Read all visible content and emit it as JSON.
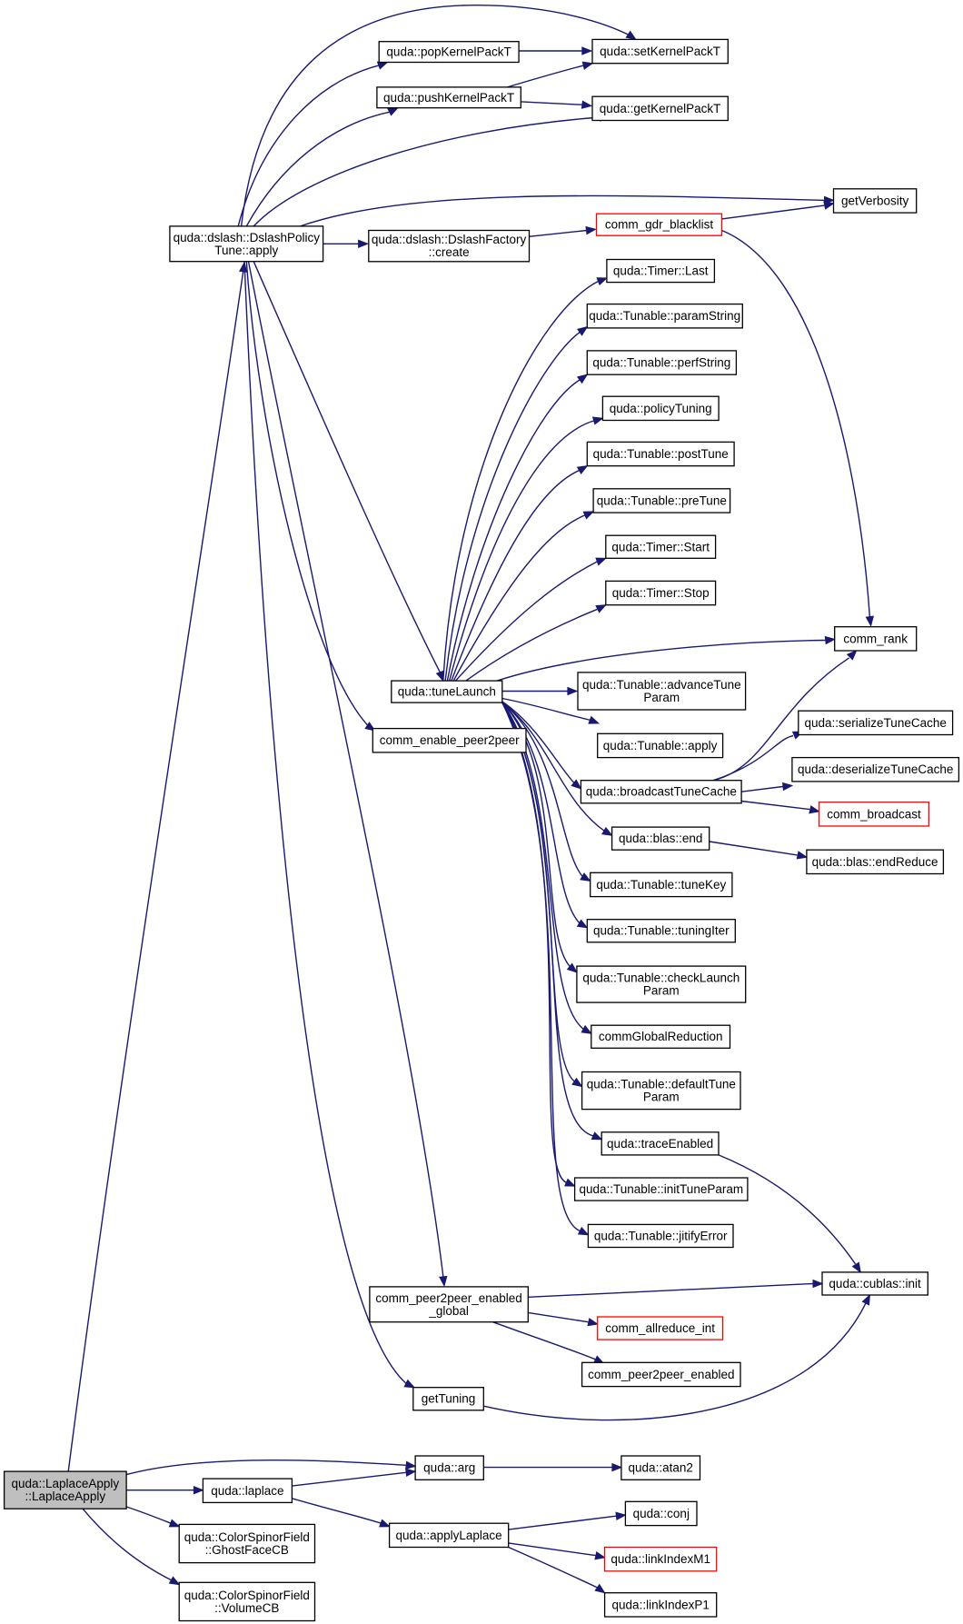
{
  "graph": {
    "colors": {
      "edge": "#191970",
      "node_border": "#000000",
      "truncated_border": "#ff0000",
      "root_fill": "#bfbfbf",
      "node_fill": "#ffffff"
    },
    "nodes": {
      "root": [
        "quda::LaplaceApply",
        "::LaplaceApply"
      ],
      "dslash_apply": [
        "quda::dslash::DslashPolicy",
        "Tune::apply"
      ],
      "pop": [
        "quda::popKernelPackT"
      ],
      "push": [
        "quda::pushKernelPackT"
      ],
      "setkp": [
        "quda::setKernelPackT"
      ],
      "getkp": [
        "quda::getKernelPackT"
      ],
      "getverb": [
        "getVerbosity"
      ],
      "factory_create": [
        "quda::dslash::DslashFactory",
        "::create"
      ],
      "gdr": [
        "comm_gdr_blacklist"
      ],
      "timer_last": [
        "quda::Timer::Last"
      ],
      "paramstring": [
        "quda::Tunable::paramString"
      ],
      "perfstring": [
        "quda::Tunable::perfString"
      ],
      "policytuning": [
        "quda::policyTuning"
      ],
      "posttune": [
        "quda::Tunable::postTune"
      ],
      "pretune": [
        "quda::Tunable::preTune"
      ],
      "timer_start": [
        "quda::Timer::Start"
      ],
      "timer_stop": [
        "quda::Timer::Stop"
      ],
      "comm_rank": [
        "comm_rank"
      ],
      "tunelaunch": [
        "quda::tuneLaunch"
      ],
      "advancetune": [
        "quda::Tunable::advanceTune",
        "Param"
      ],
      "tunable_apply": [
        "quda::Tunable::apply"
      ],
      "enable_p2p": [
        "comm_enable_peer2peer"
      ],
      "serialize": [
        "quda::serializeTuneCache"
      ],
      "deserialize": [
        "quda::deserializeTuneCache"
      ],
      "broadcast_tc": [
        "quda::broadcastTuneCache"
      ],
      "comm_broadcast": [
        "comm_broadcast"
      ],
      "blas_end": [
        "quda::blas::end"
      ],
      "blas_endreduce": [
        "quda::blas::endReduce"
      ],
      "tunekey": [
        "quda::Tunable::tuneKey"
      ],
      "tuningiter": [
        "quda::Tunable::tuningIter"
      ],
      "checklaunch": [
        "quda::Tunable::checkLaunch",
        "Param"
      ],
      "globalreduction": [
        "commGlobalReduction"
      ],
      "defaulttune": [
        "quda::Tunable::defaultTune",
        "Param"
      ],
      "traceenabled": [
        "quda::traceEnabled"
      ],
      "inittune": [
        "quda::Tunable::initTuneParam"
      ],
      "jitify": [
        "quda::Tunable::jitifyError"
      ],
      "cublas_init": [
        "quda::cublas::init"
      ],
      "p2p_global": [
        "comm_peer2peer_enabled",
        "_global"
      ],
      "allreduce": [
        "comm_allreduce_int"
      ],
      "p2p_enabled": [
        "comm_peer2peer_enabled"
      ],
      "gettuning": [
        "getTuning"
      ],
      "arg": [
        "quda::arg"
      ],
      "atan2": [
        "quda::atan2"
      ],
      "laplace": [
        "quda::laplace"
      ],
      "applylaplace": [
        "quda::applyLaplace"
      ],
      "conj": [
        "quda::conj"
      ],
      "linkm1": [
        "quda::linkIndexM1"
      ],
      "linkp1": [
        "quda::linkIndexP1"
      ],
      "ghostface": [
        "quda::ColorSpinorField",
        "::GhostFaceCB"
      ],
      "volumecb": [
        "quda::ColorSpinorField",
        "::VolumeCB"
      ]
    },
    "truncated": [
      "gdr",
      "comm_broadcast",
      "allreduce",
      "linkm1"
    ],
    "highlighted": [
      "root"
    ]
  }
}
